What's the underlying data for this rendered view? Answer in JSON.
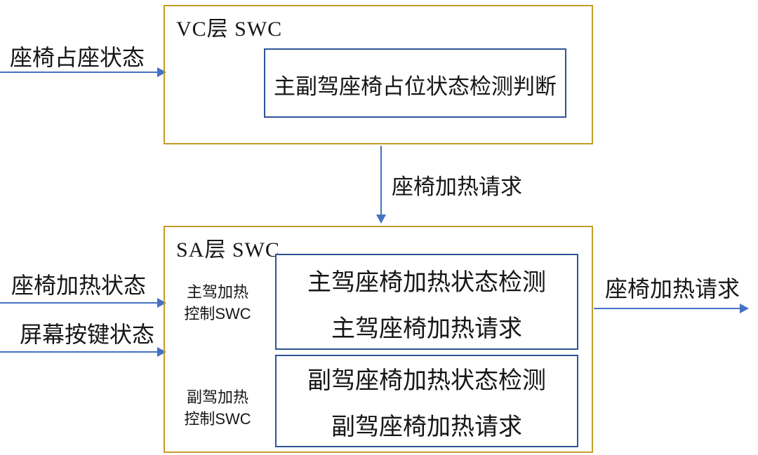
{
  "colors": {
    "outer_border": "#c49d27",
    "inner_border": "#2f5496",
    "arrow": "#4472c4",
    "text": "#161616",
    "background": "#ffffff"
  },
  "vc_layer": {
    "title": "VC层 SWC",
    "component": "主副驾座椅占位状态检测判断"
  },
  "sa_layer": {
    "title": "SA层 SWC",
    "driver_swc": {
      "label_line1": "主驾加热",
      "label_line2": "控制SWC",
      "component_line1": "主驾座椅加热状态检测",
      "component_line2": "主驾座椅加热请求"
    },
    "passenger_swc": {
      "label_line1": "副驾加热",
      "label_line2": "控制SWC",
      "component_line1": "副驾座椅加热状态检测",
      "component_line2": "副驾座椅加热请求"
    }
  },
  "signals": {
    "seat_occupancy_status": "座椅占座状态",
    "seat_heating_request_mid": "座椅加热请求",
    "seat_heating_status": "座椅加热状态",
    "screen_button_status": "屏幕按键状态",
    "seat_heating_request_out": "座椅加热请求"
  }
}
